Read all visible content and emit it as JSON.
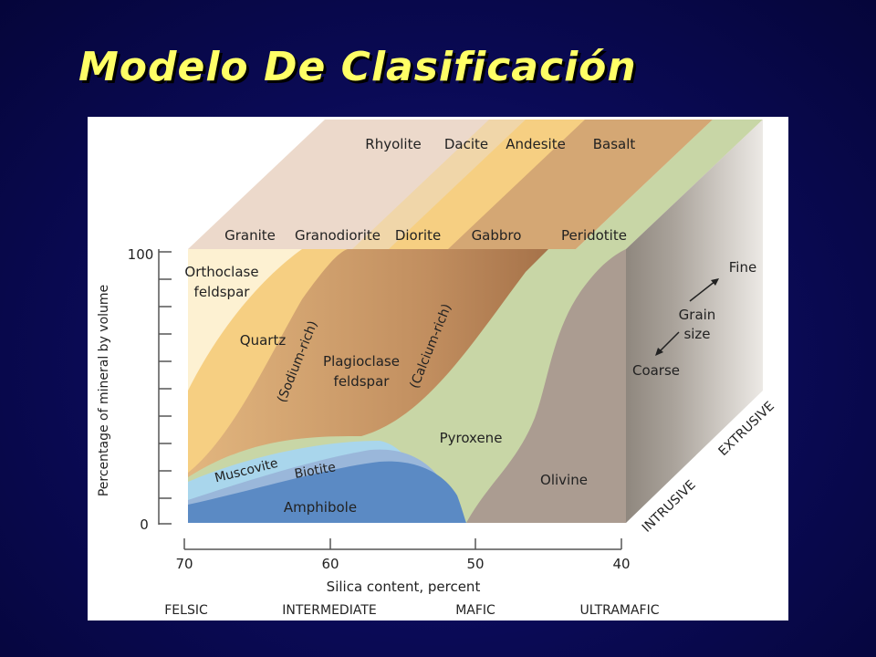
{
  "title": "Modelo De Clasificación",
  "colors": {
    "background": "#0a0a55",
    "title": "#ffff66",
    "orthoclase": "#fdf1d2",
    "quartz": "#f6cf82",
    "plagioclase_na": "#d9a772",
    "plagioclase_ca": "#a9774e",
    "pyroxene": "#c8d6a6",
    "olivine": "#ab9c91",
    "amphibole": "#5b8ac4",
    "biotite": "#9ab7da",
    "muscovite": "#a9d6ec"
  },
  "extrusive_rocks": [
    "Rhyolite",
    "Dacite",
    "Andesite",
    "Basalt"
  ],
  "intrusive_rocks": [
    "Granite",
    "Granodiorite",
    "Diorite",
    "Gabbro",
    "Peridotite"
  ],
  "minerals": {
    "orthoclase_line1": "Orthoclase",
    "orthoclase_line2": "feldspar",
    "quartz": "Quartz",
    "sodium_rich": "(Sodium-rich)",
    "plagioclase_line1": "Plagioclase",
    "plagioclase_line2": "feldspar",
    "calcium_rich": "(Calcium-rich)",
    "pyroxene": "Pyroxene",
    "muscovite": "Muscovite",
    "biotite": "Biotite",
    "amphibole": "Amphibole",
    "olivine": "Olivine"
  },
  "grain": {
    "fine": "Fine",
    "grain_line1": "Grain",
    "grain_line2": "size",
    "coarse": "Coarse"
  },
  "side_labels": {
    "intrusive": "INTRUSIVE",
    "extrusive": "EXTRUSIVE"
  },
  "y_axis": {
    "label": "Percentage of mineral by volume",
    "top": "100",
    "bottom": "0"
  },
  "x_axis": {
    "label": "Silica content, percent",
    "ticks": [
      "70",
      "60",
      "50",
      "40"
    ]
  },
  "categories": [
    "FELSIC",
    "INTERMEDIATE",
    "MAFIC",
    "ULTRAMAFIC"
  ]
}
